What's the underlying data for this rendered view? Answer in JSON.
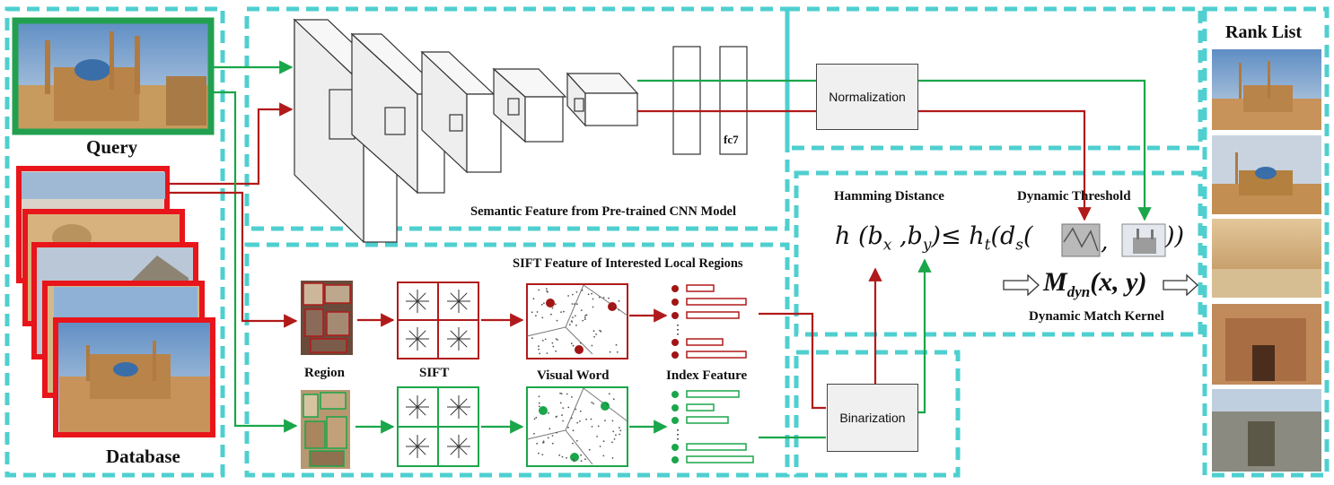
{
  "labels": {
    "query": "Query",
    "database": "Database",
    "rank_list": "Rank List",
    "semantic_feature": "Semantic Feature from Pre-trained CNN Model",
    "sift_regions": "SIFT Feature of Interested Local Regions",
    "fc7": "fc7",
    "region": "Region",
    "sift": "SIFT",
    "visual_word": "Visual Word",
    "index_feature": "Index Feature",
    "hamming_distance": "Hamming Distance",
    "dynamic_threshold": "Dynamic Threshold",
    "dynamic_match_kernel": "Dynamic Match Kernel"
  },
  "boxes": {
    "normalization": "Normalization",
    "binarization": "Binarization"
  },
  "formula": {
    "left": "h (b",
    "sub_x": "x",
    "comma": " ,b",
    "sub_y": "y",
    "mid": ")≤ h",
    "sub_t": "t",
    "mid2": "(d",
    "sub_s": "s",
    "open": "(",
    "sep": " ,",
    "close": "))"
  },
  "kernel": {
    "m": "M",
    "sub": "dyn",
    "rest": "(x, y)"
  },
  "colors": {
    "green": "#1aa64a",
    "red": "#b11a1a",
    "dash": "#4fcfcf",
    "query_border": "#22a050",
    "db_border": "#e8151a"
  }
}
